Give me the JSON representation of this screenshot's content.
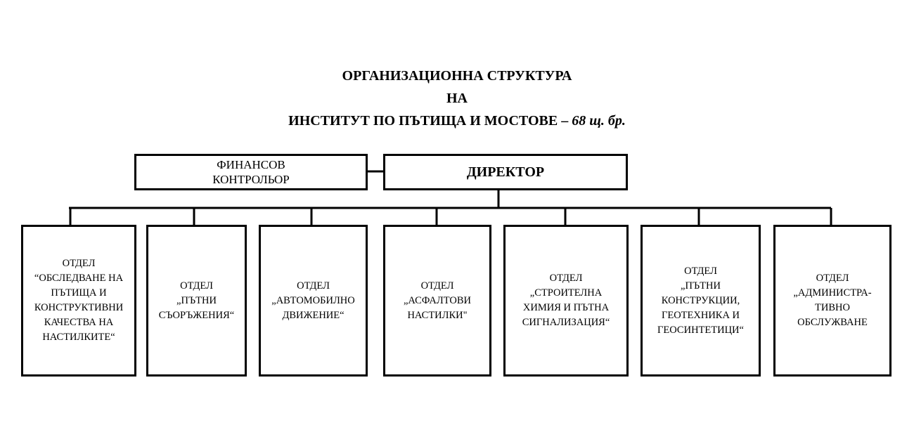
{
  "colors": {
    "line": "#000000",
    "background": "#ffffff"
  },
  "title": {
    "line1": "ОРГАНИЗАЦИОННА СТРУКТУРА",
    "line2": "НА",
    "line3_main": "ИНСТИТУТ ПО ПЪТИЩА И МОСТОВЕ – ",
    "line3_strength": "68 щ. бр."
  },
  "financial_controller": {
    "line1": "ФИНАНСОВ",
    "line2": "КОНТРОЛЬОР"
  },
  "director": {
    "label": "ДИРЕКТОР"
  },
  "departments": [
    {
      "lines": [
        "ОТДЕЛ",
        "“ОБСЛЕДВАНЕ НА",
        "ПЪТИЩА И",
        "КОНСТРУКТИВНИ",
        "КАЧЕСТВА НА",
        "НАСТИЛКИТЕ“"
      ]
    },
    {
      "lines": [
        "ОТДЕЛ",
        "„ПЪТНИ",
        "СЪОРЪЖЕНИЯ“"
      ]
    },
    {
      "lines": [
        "ОТДЕЛ",
        "„АВТОМОБИЛНО",
        "ДВИЖЕНИЕ“"
      ]
    },
    {
      "lines": [
        "ОТДЕЛ",
        "„АСФАЛТОВИ",
        "НАСТИЛКИ\""
      ]
    },
    {
      "lines": [
        "ОТДЕЛ",
        "„СТРОИТЕЛНА",
        "ХИМИЯ И ПЪТНА",
        "СИГНАЛИЗАЦИЯ“"
      ]
    },
    {
      "lines": [
        "ОТДЕЛ",
        "„ПЪТНИ",
        "КОНСТРУКЦИИ,",
        "ГЕОТЕХНИКА И",
        "ГЕОСИНТЕТИЦИ“"
      ]
    },
    {
      "lines": [
        "ОТДЕЛ",
        "„АДМИНИСТРА-",
        "ТИВНО",
        "ОБСЛУЖВАНЕ"
      ]
    }
  ]
}
